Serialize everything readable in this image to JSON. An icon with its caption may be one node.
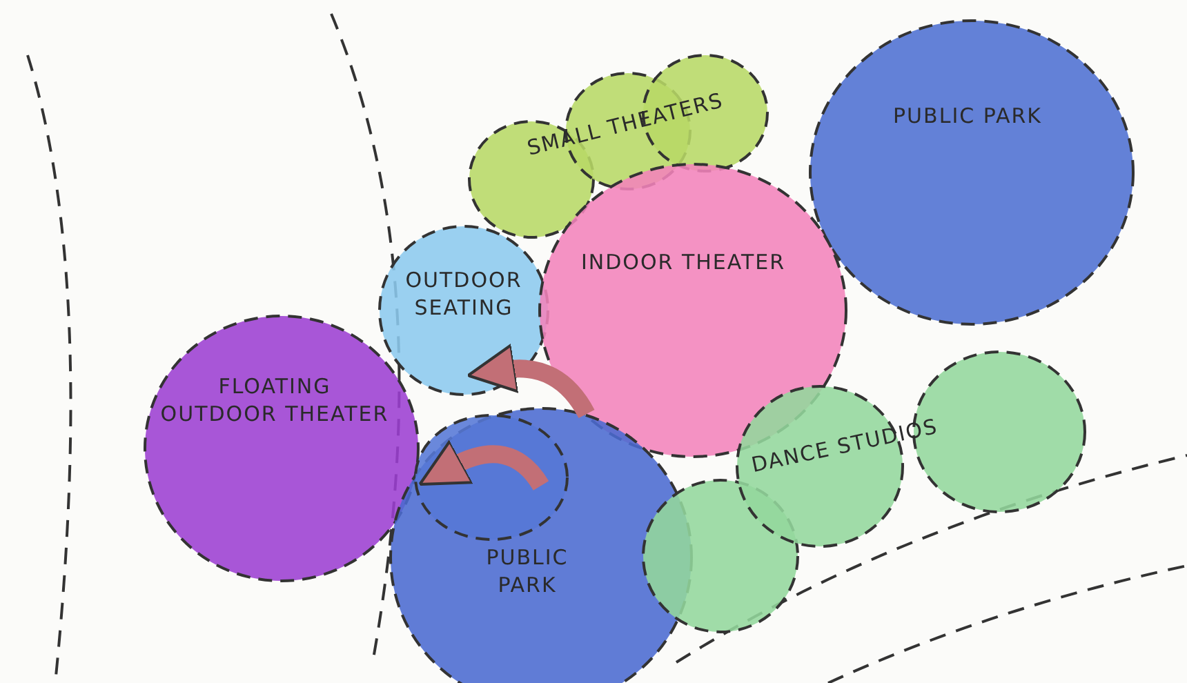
{
  "diagram": {
    "nodes": [
      {
        "text": [
          "SMALL THEATERS"
        ]
      },
      {
        "text": [
          "PUBLIC PARK"
        ]
      },
      {
        "text": [
          "OUTDOOR SEATING"
        ]
      },
      {
        "text": [
          "INDOOR THEATER"
        ]
      },
      {
        "text": [
          "FLOATING OUTDOOR THEATER"
        ]
      },
      {
        "text": [
          "PUBLIC PARK"
        ]
      },
      {
        "text": [],
        "shape": "circle",
        "in": 5
      },
      {
        "text": [
          "DANCE STUDIOS"
        ]
      }
    ],
    "edges": [
      {
        "from": 3,
        "to": 2,
        "arrow": "to"
      },
      {
        "from": 6,
        "to": 4,
        "arrow": "to"
      }
    ]
  }
}
